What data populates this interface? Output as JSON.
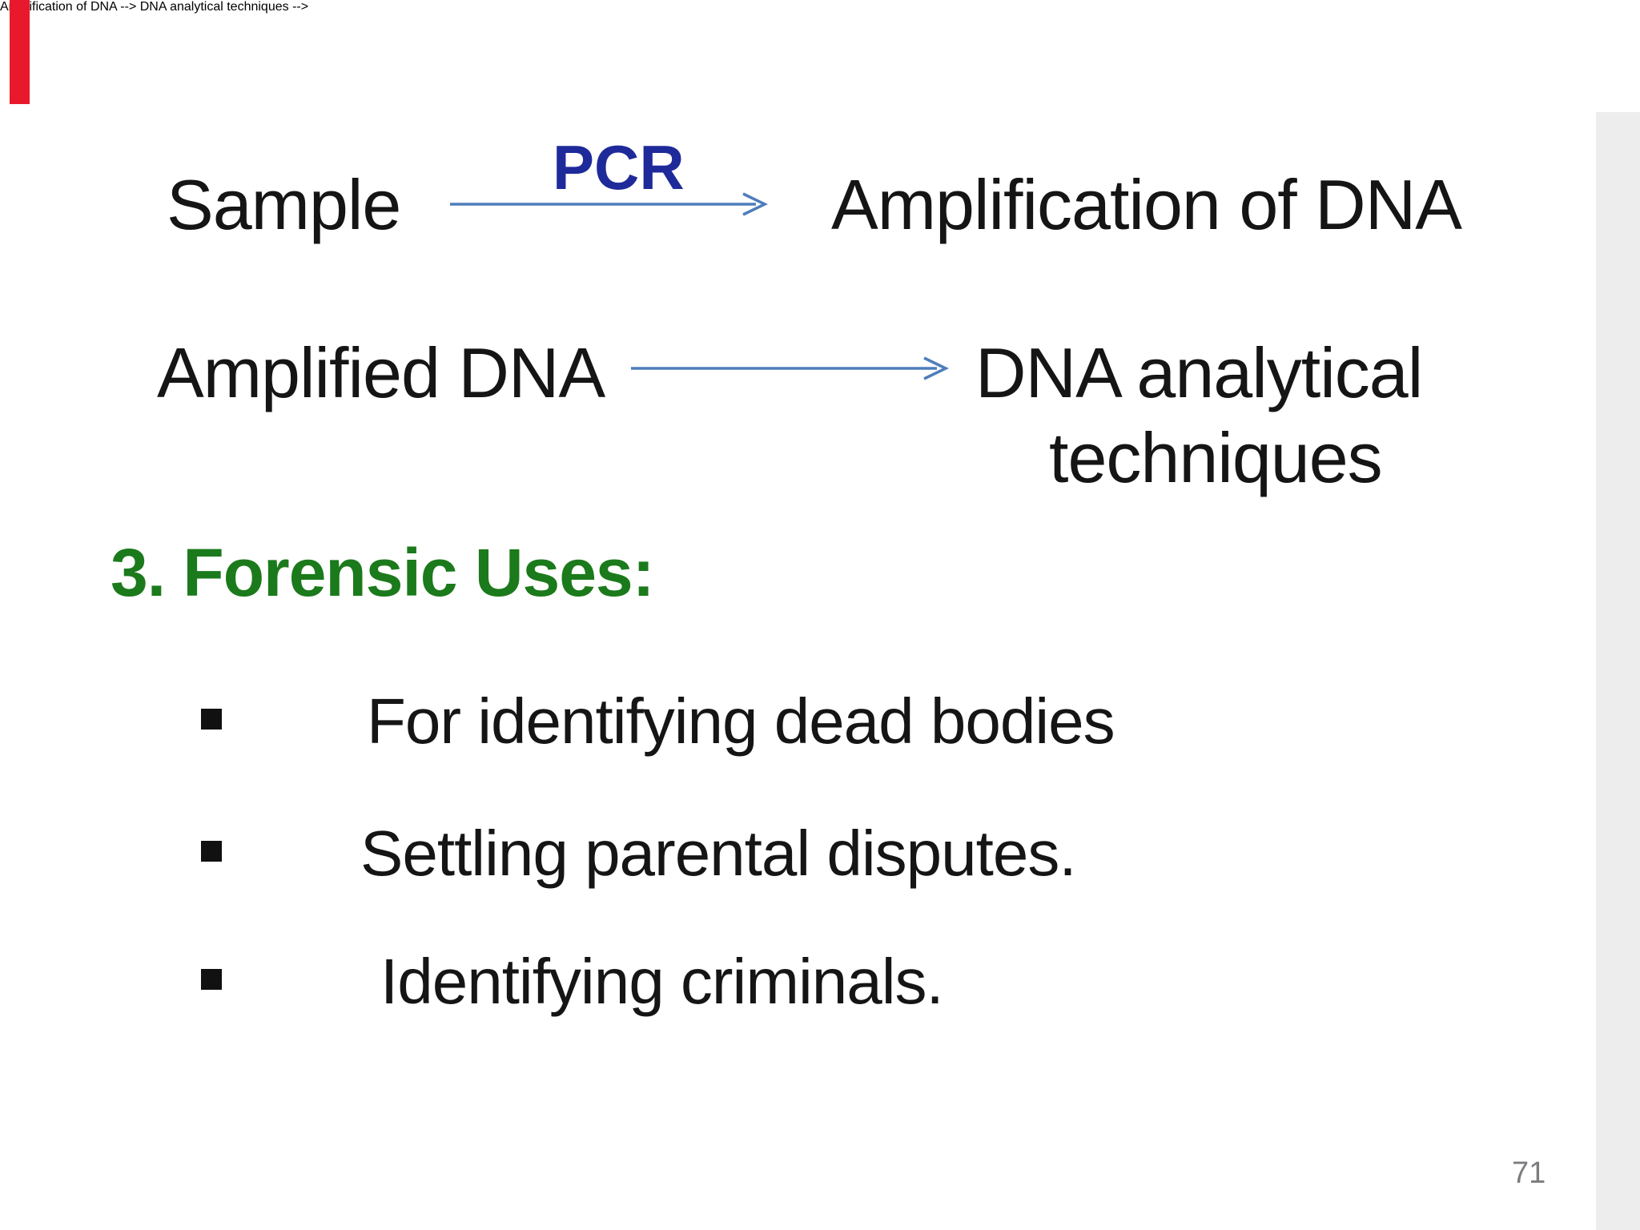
{
  "slide": {
    "flow_row_1": {
      "left_label": "Sample",
      "arrow_label": "PCR",
      "right_label": "Amplification of DNA"
    },
    "flow_row_2": {
      "left_label": "Amplified DNA",
      "right_label_line1": "DNA analytical",
      "right_label_line2": "techniques"
    },
    "section_heading": "3. Forensic Uses:",
    "bullets": [
      "For identifying dead bodies",
      "Settling parental disputes.",
      "Identifying criminals."
    ],
    "page_number": "71",
    "icons": {
      "flow_arrow": "right-arrow (steel-blue line with open chevron head)",
      "bullet_marker": "small black square"
    },
    "colors": {
      "background": "#ffffff",
      "body_text": "#151515",
      "pcr_label_blue": "#1f2a9a",
      "arrow_blue": "#4e7dbb",
      "heading_green": "#1b7a1b",
      "page_number_gray": "#7c7c80",
      "ribbon_red": "#e8192c",
      "right_strip_gray": "#ededed"
    }
  }
}
